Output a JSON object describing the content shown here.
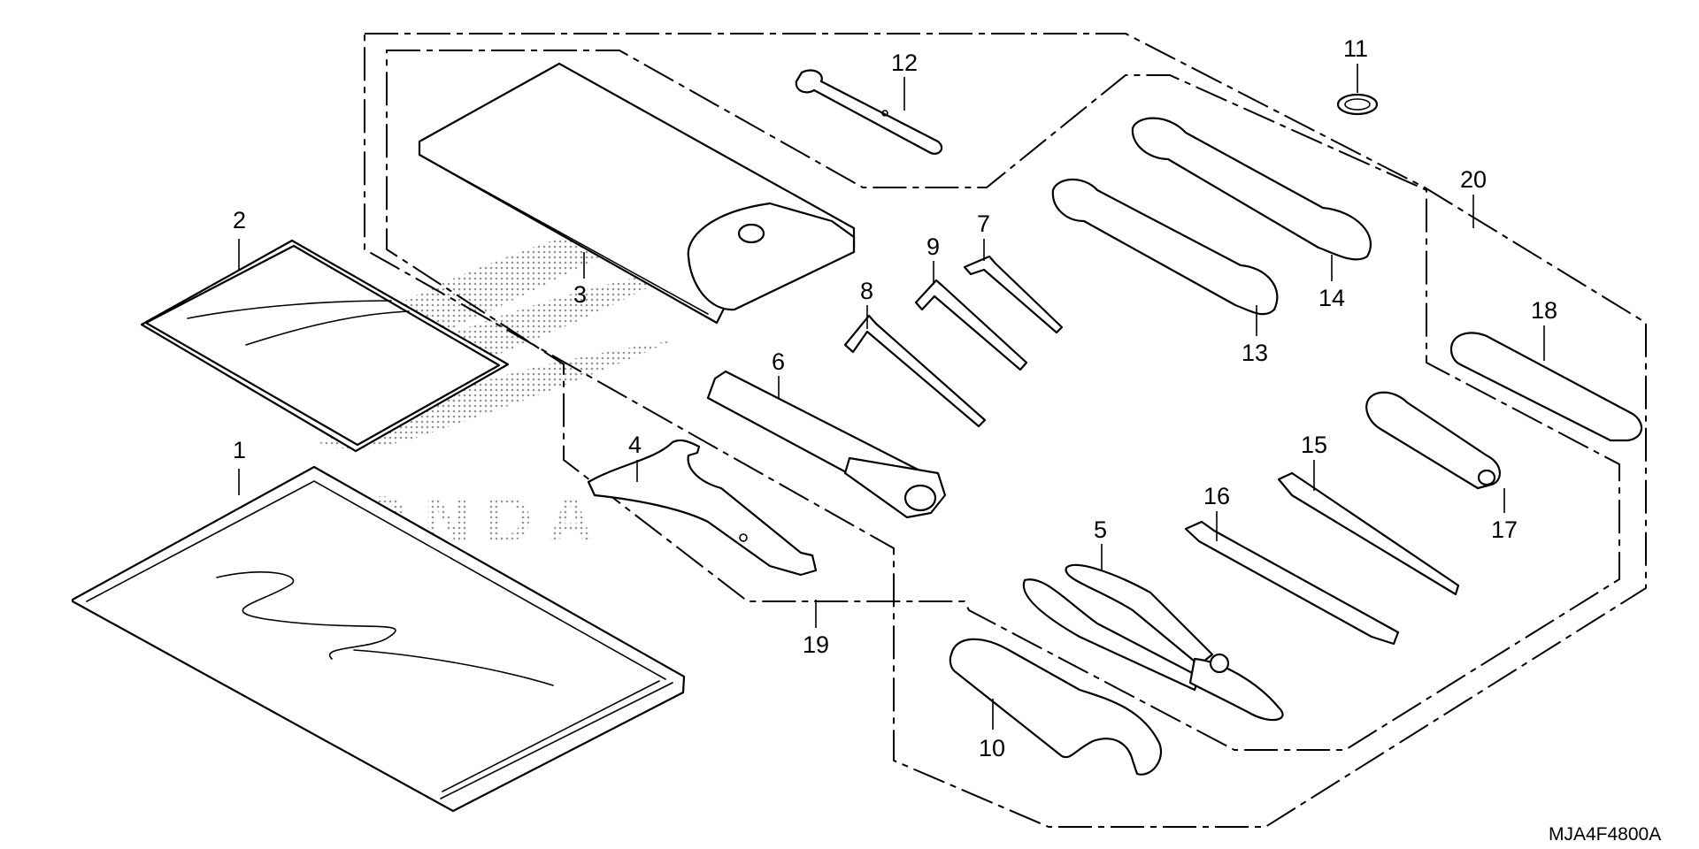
{
  "diagram": {
    "code": "MJA4F4800A",
    "callouts": [
      "1",
      "2",
      "3",
      "4",
      "5",
      "6",
      "7",
      "8",
      "9",
      "10",
      "11",
      "12",
      "13",
      "14",
      "15",
      "16",
      "17",
      "18",
      "19",
      "20"
    ],
    "watermark": "HONDA"
  }
}
